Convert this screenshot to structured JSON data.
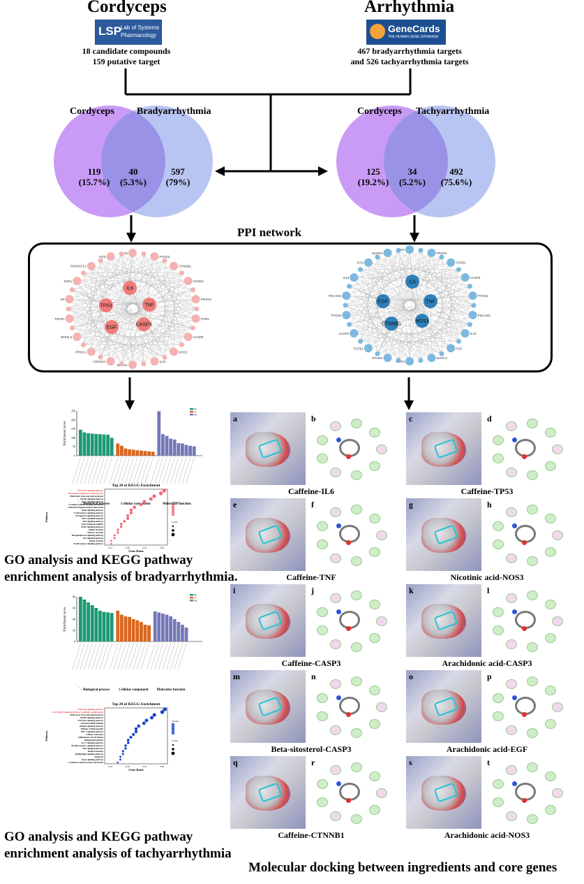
{
  "left_source": {
    "title": "Cordyceps",
    "logo_text_1": "Lab of Systems",
    "logo_text_2": "Pharmacology",
    "logo_abbr": "LSP",
    "line1": "18 candidate compounds",
    "line2": "159 putative target"
  },
  "right_source": {
    "title": "Arrhythmia",
    "logo_text_1": "GeneCards",
    "logo_text_2": "THE HUMAN GENE DATABASE",
    "line1": "467 bradyarrhythmia targets",
    "line2": "and  526 tachyarrhythmia targets"
  },
  "venn_left": {
    "label_a": "Cordyceps",
    "label_b": "Bradyarrhythmia",
    "a_only": "119",
    "a_pct": "(15.7%)",
    "both": "40",
    "both_pct": "(5.3%)",
    "b_only": "597",
    "b_pct": "(79%)"
  },
  "venn_right": {
    "label_a": "Cordyceps",
    "label_b": "Tachyarrhythmia",
    "a_only": "125",
    "a_pct": "(19.2%)",
    "both": "34",
    "both_pct": "(5.2%)",
    "b_only": "492",
    "b_pct": "(75.6%)"
  },
  "ppi": {
    "title": "PPI network",
    "left_hubs": [
      "IL6",
      "TP53",
      "TNF",
      "EGF",
      "CASP3"
    ],
    "left_ring": [
      "JUN",
      "PTGS2",
      "CTNNB1",
      "CCND1",
      "PPARG",
      "PTEN",
      "CASP8",
      "NOS3",
      "IL10",
      "MAPK1",
      "CDKN2A",
      "PRKCA",
      "NFE2L2",
      "TGFB1",
      "AR",
      "ESR1",
      "TNFRSF1A",
      "FOS"
    ],
    "right_hubs": [
      "IL6",
      "EGF",
      "TNF",
      "CTNNB1",
      "NOS3"
    ],
    "right_ring": [
      "BMP2",
      "PPARG",
      "TGFB1",
      "CASP3",
      "PTGS2",
      "PECAM1",
      "IL10",
      "FOS",
      "MAPK3"
    ]
  },
  "go_brady": {
    "ylabel": "Enrichment score",
    "groups": [
      "Biological process",
      "Cellular component",
      "Molecular function"
    ],
    "bars_bp": [
      145,
      130,
      125,
      123,
      121,
      120,
      118,
      117,
      100
    ],
    "bars_cc": [
      68,
      55,
      40,
      35,
      33,
      30,
      28,
      26,
      24,
      22
    ],
    "bars_mf": [
      248,
      120,
      110,
      95,
      90,
      70,
      68,
      60,
      55,
      52
    ],
    "ymax": 250,
    "yticks": [
      "0",
      "50",
      "100",
      "150",
      "200",
      "250"
    ],
    "legend": [
      "BP",
      "CC",
      "MF"
    ]
  },
  "kegg_brady": {
    "title": "Top 20 of KEGG Enrichment",
    "xlabel": "Gene Ratio",
    "ylabel": "Pathway",
    "xticks": [
      "0.15",
      "0.20",
      "0.25",
      "0.30"
    ],
    "pathways": [
      "PI3K-Akt signaling pathway",
      "Adrenergic signaling in cardiomyocytes",
      "Fluid shear stress and atherosclerosis",
      "mTOR signaling pathway",
      "Rap1 signaling pathway",
      "Cytokine-cytokine receptor interaction",
      "Neuroactive ligand-receptor interaction",
      "ErbB signaling pathway",
      "T cell receptor signaling pathway",
      "NF-kappa B signaling pathway",
      "Th17 cell differentiation",
      "Wnt signaling pathway",
      "Type II diabetes mellitus",
      "VEGF signaling pathway",
      "Insulin secretion",
      "Salivary secretion",
      "Phospholipase D signaling pathway",
      "Ras signaling pathway",
      "Renin secretion",
      "B cell receptor signaling pathway"
    ],
    "gene_ratio": [
      0.31,
      0.3,
      0.28,
      0.27,
      0.25,
      0.24,
      0.22,
      0.21,
      0.21,
      0.2,
      0.2,
      0.19,
      0.18,
      0.18,
      0.17,
      0.17,
      0.16,
      0.16,
      0.15,
      0.15
    ],
    "legend_title": "Qvalue",
    "legend_count": "Count",
    "highlight_color": "#e8383d",
    "dot_color": "#f26b7a"
  },
  "caption_brady": {
    "line1": "GO analysis and KEGG pathway",
    "line2": "enrichment analysis of bradyarrhythmia."
  },
  "go_tachy": {
    "ylabel": "Enrichment score",
    "groups": [
      "Biological process",
      "Cellular component",
      "Molecular function"
    ],
    "bars_bp": [
      80,
      75,
      70,
      65,
      60,
      55,
      53,
      52,
      51
    ],
    "bars_cc": [
      55,
      48,
      45,
      44,
      40,
      38,
      35,
      30,
      29
    ],
    "bars_mf": [
      54,
      52,
      50,
      48,
      45,
      40,
      35,
      30,
      25
    ],
    "ymax": 80,
    "yticks": [
      "0",
      "20",
      "40",
      "60",
      "80"
    ],
    "legend": [
      "BP",
      "CC",
      "MF"
    ]
  },
  "kegg_tachy": {
    "title": "Top 20 of KEGG Enrichment",
    "xlabel": "Gene Ratio",
    "ylabel": "Pathway",
    "xticks": [
      "0.10",
      "0.20",
      "0.25",
      "0.30"
    ],
    "pathways": [
      "PI3K-Akt signaling pathway",
      "AGE-RAGE signaling pathway in diabetic complications",
      "Fluid shear stress and atherosclerosis",
      "MAPK signaling pathway",
      "TGF-beta signaling pathway",
      "Osteoclast differentiation",
      "Relaxin signaling pathway",
      "Diabetic cardiomyopathy",
      "HIF-1 signaling pathway",
      "Cellular senescence",
      "Inflammatory bowel disease",
      "Rheumatoid arthritis",
      "IL-17 signaling pathway",
      "Toll-like receptor signaling pathway",
      "TNF signaling pathway",
      "Insulin resistance",
      "Sphingolipid signaling pathway",
      "Apoptosis",
      "Rap1 signaling pathway",
      "Cytokine-cytokine receptor interaction"
    ],
    "gene_ratio": [
      0.31,
      0.3,
      0.27,
      0.26,
      0.24,
      0.23,
      0.21,
      0.2,
      0.2,
      0.19,
      0.18,
      0.17,
      0.17,
      0.16,
      0.16,
      0.15,
      0.15,
      0.14,
      0.14,
      0.13
    ],
    "legend_title": "Qvalue",
    "legend_count": "Count",
    "highlight_color": "#e8383d",
    "dot_color": "#1746c8"
  },
  "caption_tachy": {
    "line1": "GO analysis and KEGG pathway",
    "line2": "enrichment analysis of  tachyarrhythmia"
  },
  "docking": {
    "caption": "Molecular docking between ingredients and core genes",
    "panels": [
      {
        "l": "a",
        "r": "b",
        "label": "Caffeine-IL6"
      },
      {
        "l": "c",
        "r": "d",
        "label": "Caffeine-TP53"
      },
      {
        "l": "e",
        "r": "f",
        "label": "Caffeine-TNF"
      },
      {
        "l": "g",
        "r": "h",
        "label": "Nicotinic acid-NOS3"
      },
      {
        "l": "i",
        "r": "j",
        "label": "Caffeine-CASP3"
      },
      {
        "l": "k",
        "r": "l",
        "label": "Arachidonic acid-CASP3"
      },
      {
        "l": "m",
        "r": "n",
        "label": "Beta-sitosterol-CASP3"
      },
      {
        "l": "o",
        "r": "p",
        "label": "Arachidonic acid-EGF"
      },
      {
        "l": "q",
        "r": "r",
        "label": "Caffeine-CTNNB1"
      },
      {
        "l": "s",
        "r": "t",
        "label": "Arachidonic acid-NOS3"
      }
    ]
  },
  "colors": {
    "venn_a": "#c99af6",
    "venn_b": "#b8c5f2",
    "venn_overlap": "#9a92e6",
    "ppi_red": "#f07b7b",
    "ppi_blue": "#2f7fb8",
    "go_green": "#1a9a73",
    "go_orange": "#d9661e",
    "go_purple": "#7378b8"
  }
}
